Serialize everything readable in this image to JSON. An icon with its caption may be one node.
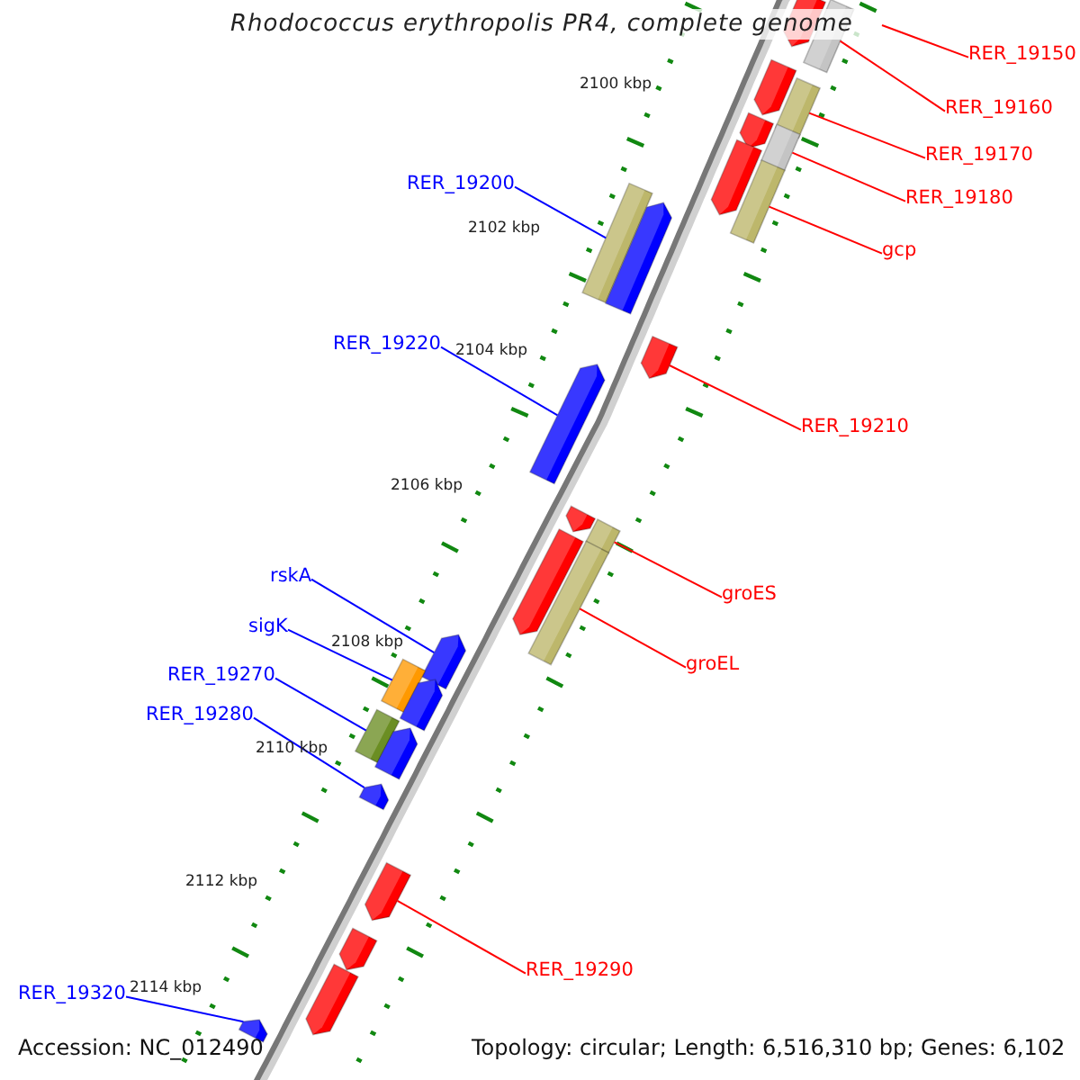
{
  "diagram": {
    "title": "Rhodococcus erythropolis PR4, complete genome",
    "nodes": [
      {
        "text": [
          "RER_19150"
        ]
      },
      {
        "text": [
          "RER_19160"
        ]
      },
      {
        "text": [
          "RER_19170"
        ]
      },
      {
        "text": [
          "RER_19180"
        ]
      },
      {
        "text": [
          "gcp"
        ]
      },
      {
        "text": [
          "RER_19200"
        ]
      },
      {
        "text": [
          "RER_19220"
        ]
      },
      {
        "text": [
          "RER_19210"
        ]
      },
      {
        "text": [
          "groES"
        ]
      },
      {
        "text": [
          "groEL"
        ]
      },
      {
        "text": [
          "rskA"
        ]
      },
      {
        "text": [
          "sigK"
        ]
      },
      {
        "text": [
          "RER_19270"
        ]
      },
      {
        "text": [
          "RER_19280"
        ]
      },
      {
        "text": [
          "RER_19290"
        ]
      },
      {
        "text": [
          "RER_19320"
        ]
      },
      {
        "text": [],
        "shape": "arrow"
      },
      {
        "text": [],
        "shape": "bar"
      },
      {
        "text": [],
        "shape": "arrow"
      },
      {
        "text": [],
        "shape": "bar"
      },
      {
        "text": [],
        "shape": "arrow"
      },
      {
        "text": [],
        "shape": "bar"
      },
      {
        "text": [],
        "shape": "arrow"
      },
      {
        "text": [],
        "shape": "bar"
      },
      {
        "text": [],
        "shape": "bar"
      },
      {
        "text": [],
        "shape": "arrow"
      },
      {
        "text": [],
        "shape": "arrow"
      },
      {
        "text": [],
        "shape": "arrow"
      },
      {
        "text": [],
        "shape": "arrow"
      },
      {
        "text": [],
        "shape": "bar"
      },
      {
        "text": [],
        "shape": "arrow"
      },
      {
        "text": [],
        "shape": "bar"
      },
      {
        "text": [],
        "shape": "arrow"
      },
      {
        "text": [],
        "shape": "bar"
      },
      {
        "text": [],
        "shape": "arrow"
      },
      {
        "text": [],
        "shape": "bar"
      },
      {
        "text": [],
        "shape": "arrow"
      },
      {
        "text": [],
        "shape": "arrow"
      },
      {
        "text": [],
        "shape": "arrow"
      },
      {
        "text": [],
        "shape": "arrow"
      },
      {
        "text": [],
        "shape": "arrow"
      },
      {
        "text": [],
        "shape": "arrow"
      }
    ],
    "edges": [
      {
        "from": 0,
        "to": null,
        "arrow": "none"
      },
      {
        "from": 1,
        "to": 17,
        "arrow": "none"
      },
      {
        "from": 2,
        "to": 19,
        "arrow": "none"
      },
      {
        "from": 3,
        "to": 21,
        "arrow": "none"
      },
      {
        "from": 4,
        "to": 23,
        "arrow": "none"
      },
      {
        "from": 5,
        "to": 24,
        "arrow": "none",
        "color": "#0000ff"
      },
      {
        "from": 6,
        "to": 27,
        "arrow": "none",
        "color": "#0000ff"
      },
      {
        "from": 7,
        "to": 26,
        "arrow": "none"
      },
      {
        "from": 8,
        "to": 29,
        "arrow": "none"
      },
      {
        "from": 9,
        "to": 31,
        "arrow": "none"
      },
      {
        "from": 10,
        "to": 32,
        "arrow": "none",
        "color": "#0000ff"
      },
      {
        "from": 11,
        "to": 33,
        "arrow": "none",
        "color": "#0000ff"
      },
      {
        "from": 12,
        "to": 35,
        "arrow": "none",
        "color": "#0000ff"
      },
      {
        "from": 13,
        "to": 37,
        "arrow": "none",
        "color": "#0000ff"
      },
      {
        "from": 14,
        "to": 38,
        "arrow": "none"
      },
      {
        "from": 15,
        "to": 41,
        "arrow": "none",
        "color": "#0000ff"
      }
    ],
    "labels": [
      "2100 kbp",
      "2102 kbp",
      "2104 kbp",
      "2106 kbp",
      "2108 kbp",
      "2110 kbp",
      "2112 kbp",
      "2114 kbp",
      "Accession: NC_012490",
      "Topology: circular; Length: 6,516,310 bp; Genes: 6,102"
    ]
  }
}
